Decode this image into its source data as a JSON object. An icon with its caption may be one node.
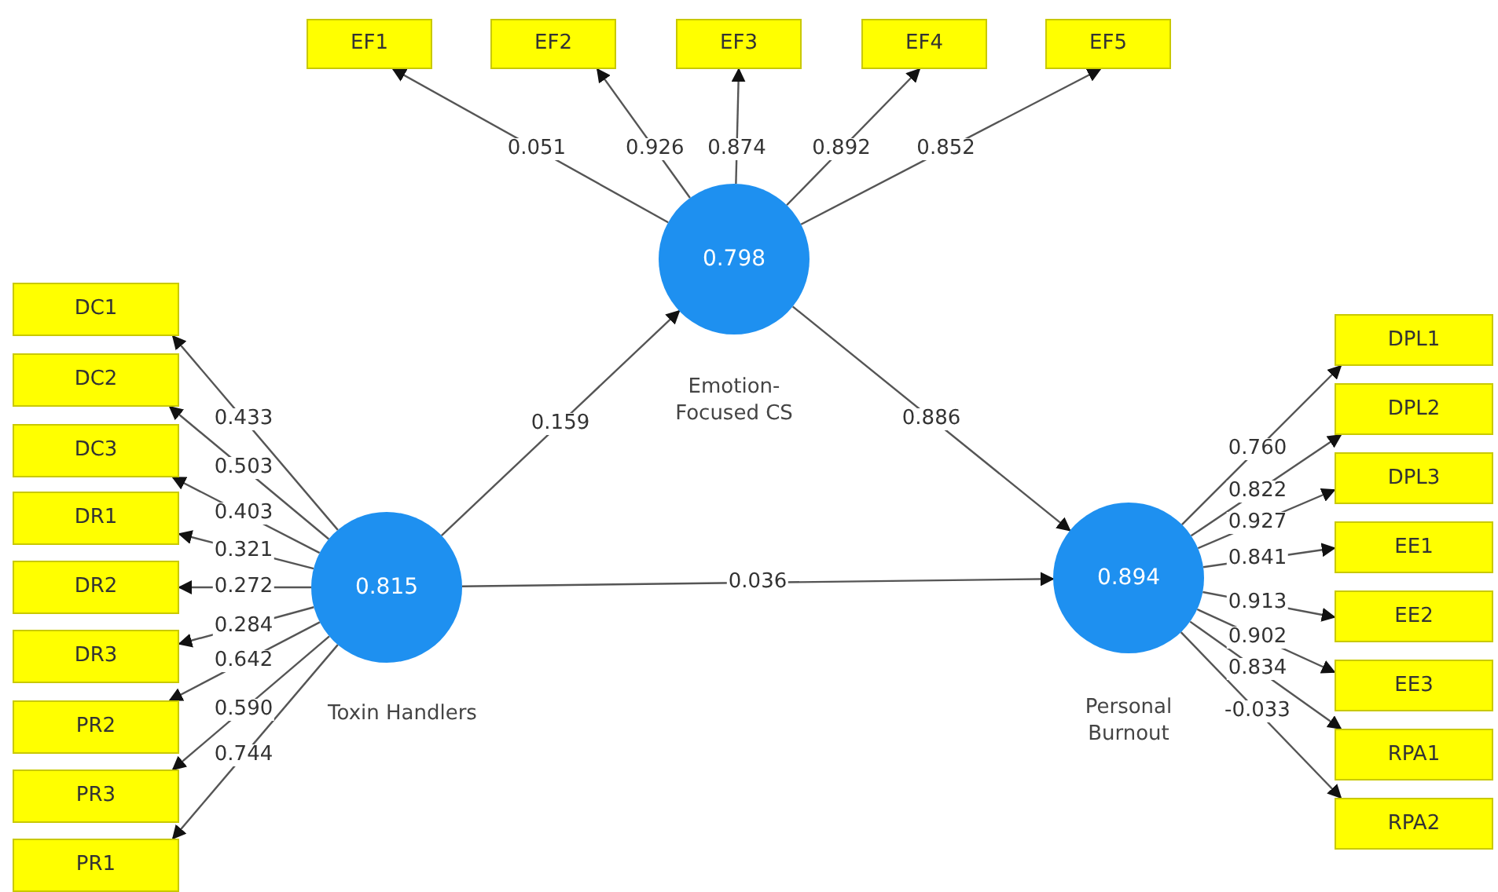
{
  "diagram": {
    "nodes": [
      {
        "text": [
          "0.798"
        ],
        "beside": [
          "Emotion- Focused CS"
        ]
      },
      {
        "text": [
          "0.815"
        ],
        "beside": [
          "Toxin Handlers"
        ]
      },
      {
        "text": [
          "0.894"
        ],
        "beside": [
          "Personal Burnout"
        ]
      },
      {
        "text": [
          "EF1"
        ]
      },
      {
        "text": [
          "EF2"
        ]
      },
      {
        "text": [
          "EF3"
        ]
      },
      {
        "text": [
          "EF4"
        ]
      },
      {
        "text": [
          "EF5"
        ]
      },
      {
        "text": [
          "DC1"
        ]
      },
      {
        "text": [
          "DC2"
        ]
      },
      {
        "text": [
          "DC3"
        ]
      },
      {
        "text": [
          "DR1"
        ]
      },
      {
        "text": [
          "DR2"
        ]
      },
      {
        "text": [
          "DR3"
        ]
      },
      {
        "text": [
          "PR2"
        ]
      },
      {
        "text": [
          "PR3"
        ]
      },
      {
        "text": [
          "PR1"
        ]
      },
      {
        "text": [
          "DPL1"
        ]
      },
      {
        "text": [
          "DPL2"
        ]
      },
      {
        "text": [
          "DPL3"
        ]
      },
      {
        "text": [
          "EE1"
        ]
      },
      {
        "text": [
          "EE2"
        ]
      },
      {
        "text": [
          "EE3"
        ]
      },
      {
        "text": [
          "RPA1"
        ]
      },
      {
        "text": [
          "RPA2"
        ]
      }
    ],
    "edges": [
      {
        "from": 1,
        "to": 0,
        "arrow": "to",
        "label": "0.159"
      },
      {
        "from": 0,
        "to": 2,
        "arrow": "to",
        "label": "0.886"
      },
      {
        "from": 1,
        "to": 2,
        "arrow": "to",
        "label": "0.036"
      },
      {
        "from": 0,
        "to": 3,
        "arrow": "to",
        "label": "0.051"
      },
      {
        "from": 0,
        "to": 4,
        "arrow": "to",
        "label": "0.926"
      },
      {
        "from": 0,
        "to": 5,
        "arrow": "to",
        "label": "0.874"
      },
      {
        "from": 0,
        "to": 6,
        "arrow": "to",
        "label": "0.892"
      },
      {
        "from": 0,
        "to": 7,
        "arrow": "to",
        "label": "0.852"
      },
      {
        "from": 1,
        "to": 8,
        "arrow": "to",
        "label": "0.433"
      },
      {
        "from": 1,
        "to": 9,
        "arrow": "to",
        "label": "0.503"
      },
      {
        "from": 1,
        "to": 10,
        "arrow": "to",
        "label": "0.403"
      },
      {
        "from": 1,
        "to": 11,
        "arrow": "to",
        "label": "0.321"
      },
      {
        "from": 1,
        "to": 12,
        "arrow": "to",
        "label": "0.272"
      },
      {
        "from": 1,
        "to": 13,
        "arrow": "to",
        "label": "0.284"
      },
      {
        "from": 1,
        "to": 14,
        "arrow": "to",
        "label": "0.642"
      },
      {
        "from": 1,
        "to": 15,
        "arrow": "to",
        "label": "0.590"
      },
      {
        "from": 1,
        "to": 16,
        "arrow": "to",
        "label": "0.744"
      },
      {
        "from": 2,
        "to": 17,
        "arrow": "to",
        "label": "0.760"
      },
      {
        "from": 2,
        "to": 18,
        "arrow": "to",
        "label": "0.822"
      },
      {
        "from": 2,
        "to": 19,
        "arrow": "to",
        "label": "0.927"
      },
      {
        "from": 2,
        "to": 20,
        "arrow": "to",
        "label": "0.841"
      },
      {
        "from": 2,
        "to": 21,
        "arrow": "to",
        "label": "0.913"
      },
      {
        "from": 2,
        "to": 22,
        "arrow": "to",
        "label": "0.902"
      },
      {
        "from": 2,
        "to": 23,
        "arrow": "to",
        "label": "0.834"
      },
      {
        "from": 2,
        "to": 24,
        "arrow": "to",
        "label": "-0.033"
      }
    ]
  }
}
